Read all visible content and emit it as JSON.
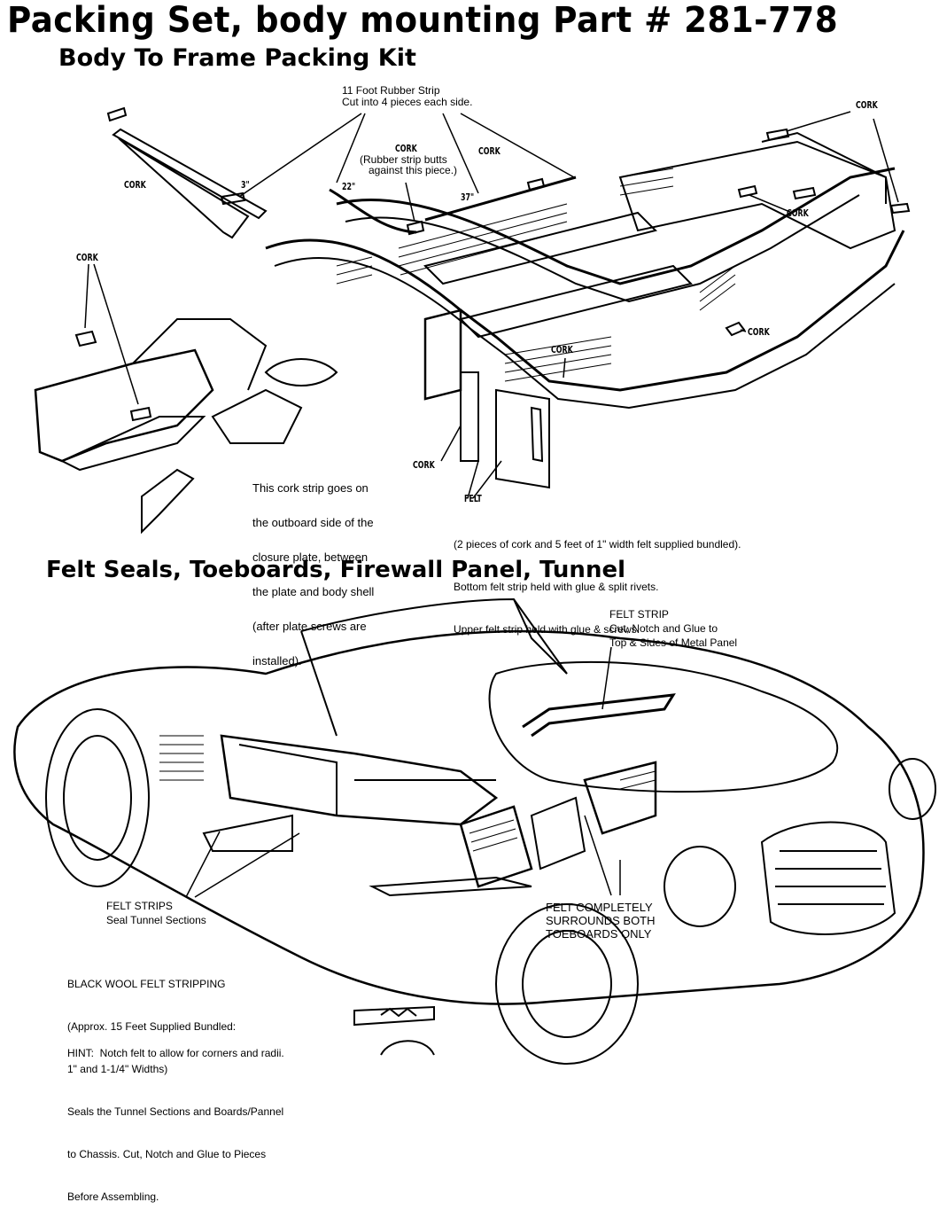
{
  "header": {
    "title": "Packing Set, body mounting  Part # 281-778",
    "subtitle": "Body To Frame Packing Kit"
  },
  "frame_diagram": {
    "rubber_strip_label": [
      "11 Foot Rubber Strip",
      "Cut into 4 pieces each side."
    ],
    "cork_butt_label": [
      "CORK",
      "(Rubber strip butts",
      "against this piece.)"
    ],
    "cork": "CORK",
    "dim_3": "3\"",
    "dim_22": "22\"",
    "dim_37": "37\"",
    "felt": "FELT",
    "closure_note": [
      "This cork strip goes on",
      "the outboard side of the",
      "closure plate, between",
      "the plate and body shell",
      "(after plate screws are",
      "installed)."
    ],
    "supply_note": [
      "(2 pieces of cork and 5 feet of 1\" width felt supplied bundled).",
      "Bottom felt strip held with glue & split rivets.",
      "Upper felt strip held with glue & screws."
    ]
  },
  "section2": {
    "title": "Felt Seals, Toeboards, Firewall Panel, Tunnel",
    "felt_strip_label": [
      "FELT STRIP",
      "Cut, Notch and Glue to",
      "Top & Sides of Metal Panel"
    ],
    "felt_strips_label": [
      "FELT STRIPS",
      "Seal Tunnel Sections"
    ],
    "felt_surround_label": [
      "FELT COMPLETELY",
      "SURROUNDS BOTH",
      "TOEBOARDS ONLY"
    ],
    "black_wool_note": [
      "BLACK WOOL FELT STRIPPING",
      "(Approx. 15 Feet Supplied Bundled:",
      "1\" and 1-1/4\" Widths)",
      "Seals the Tunnel Sections and Boards/Pannel",
      "to Chassis. Cut, Notch and Glue to Pieces",
      "Before Assembling."
    ],
    "hint": "HINT:  Notch felt to allow for corners and radii."
  }
}
